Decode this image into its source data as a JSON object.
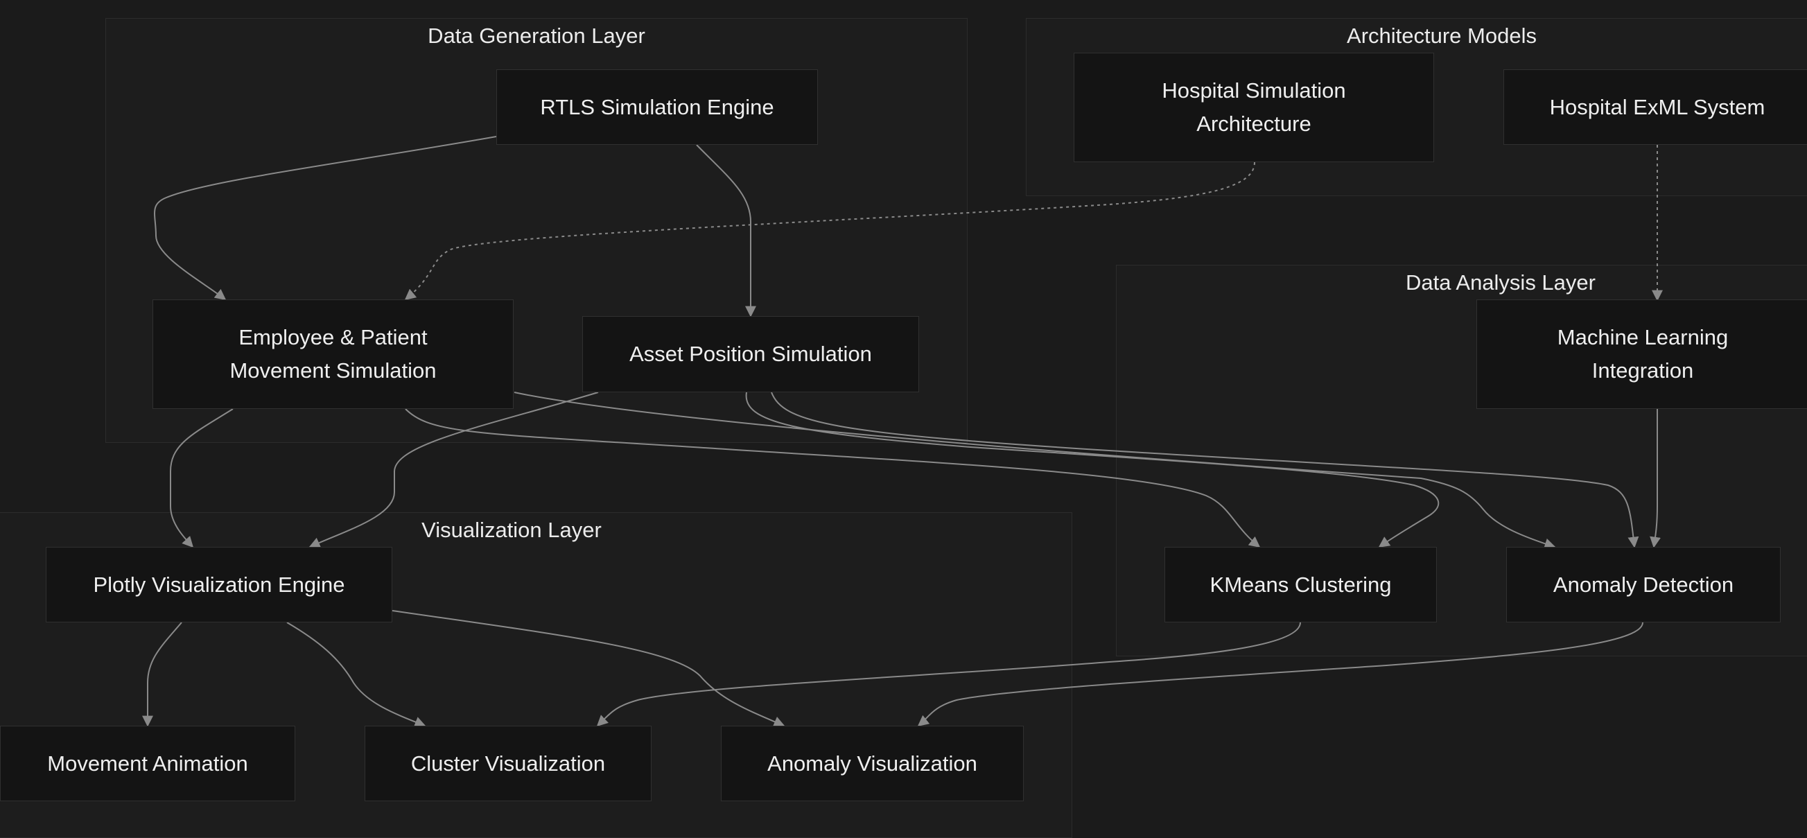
{
  "groups": {
    "data_generation": "Data Generation Layer",
    "architecture_models": "Architecture Models",
    "data_analysis": "Data Analysis Layer",
    "visualization": "Visualization Layer"
  },
  "nodes": {
    "rtls": "RTLS Simulation Engine",
    "hospital_sim_line1": "Hospital Simulation",
    "hospital_sim_line2": "Architecture",
    "exml": "Hospital ExML System",
    "movement_line1": "Employee & Patient",
    "movement_line2": "Movement Simulation",
    "asset": "Asset Position Simulation",
    "ml_line1": "Machine Learning",
    "ml_line2": "Integration",
    "plotly": "Plotly Visualization Engine",
    "kmeans": "KMeans Clustering",
    "anomaly": "Anomaly Detection",
    "movement_anim": "Movement Animation",
    "cluster_viz": "Cluster Visualization",
    "anomaly_viz": "Anomaly Visualization"
  },
  "colors": {
    "background": "#1b1b1b",
    "group_border": "#2c2c2c",
    "node_fill": "#141414",
    "edge": "#8a8a8a",
    "text": "#efefef"
  }
}
